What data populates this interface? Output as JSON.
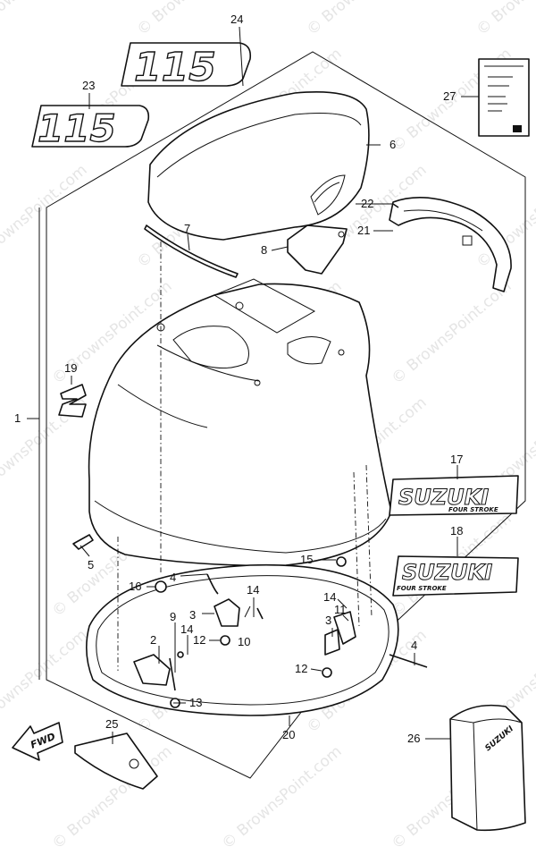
{
  "watermark": "© BrownsPoint.com",
  "decals": {
    "model_number": "115",
    "brand": "SUZUKI",
    "sub_brand": "FOUR STROKE",
    "fwd": "FWD"
  },
  "callouts": [
    {
      "id": "c1",
      "label": "1"
    },
    {
      "id": "c2",
      "label": "2"
    },
    {
      "id": "c3a",
      "label": "3"
    },
    {
      "id": "c3b",
      "label": "3"
    },
    {
      "id": "c4a",
      "label": "4"
    },
    {
      "id": "c4b",
      "label": "4"
    },
    {
      "id": "c5",
      "label": "5"
    },
    {
      "id": "c6",
      "label": "6"
    },
    {
      "id": "c7",
      "label": "7"
    },
    {
      "id": "c8",
      "label": "8"
    },
    {
      "id": "c9",
      "label": "9"
    },
    {
      "id": "c10",
      "label": "10"
    },
    {
      "id": "c11",
      "label": "11"
    },
    {
      "id": "c12a",
      "label": "12"
    },
    {
      "id": "c12b",
      "label": "12"
    },
    {
      "id": "c13",
      "label": "13"
    },
    {
      "id": "c14a",
      "label": "14"
    },
    {
      "id": "c14b",
      "label": "14"
    },
    {
      "id": "c14c",
      "label": "14"
    },
    {
      "id": "c15",
      "label": "15"
    },
    {
      "id": "c16",
      "label": "16"
    },
    {
      "id": "c17",
      "label": "17"
    },
    {
      "id": "c18",
      "label": "18"
    },
    {
      "id": "c19",
      "label": "19"
    },
    {
      "id": "c20",
      "label": "20"
    },
    {
      "id": "c21",
      "label": "21"
    },
    {
      "id": "c22",
      "label": "22"
    },
    {
      "id": "c23",
      "label": "23"
    },
    {
      "id": "c24",
      "label": "24"
    },
    {
      "id": "c25",
      "label": "25"
    },
    {
      "id": "c26",
      "label": "26"
    },
    {
      "id": "c27",
      "label": "27"
    }
  ]
}
